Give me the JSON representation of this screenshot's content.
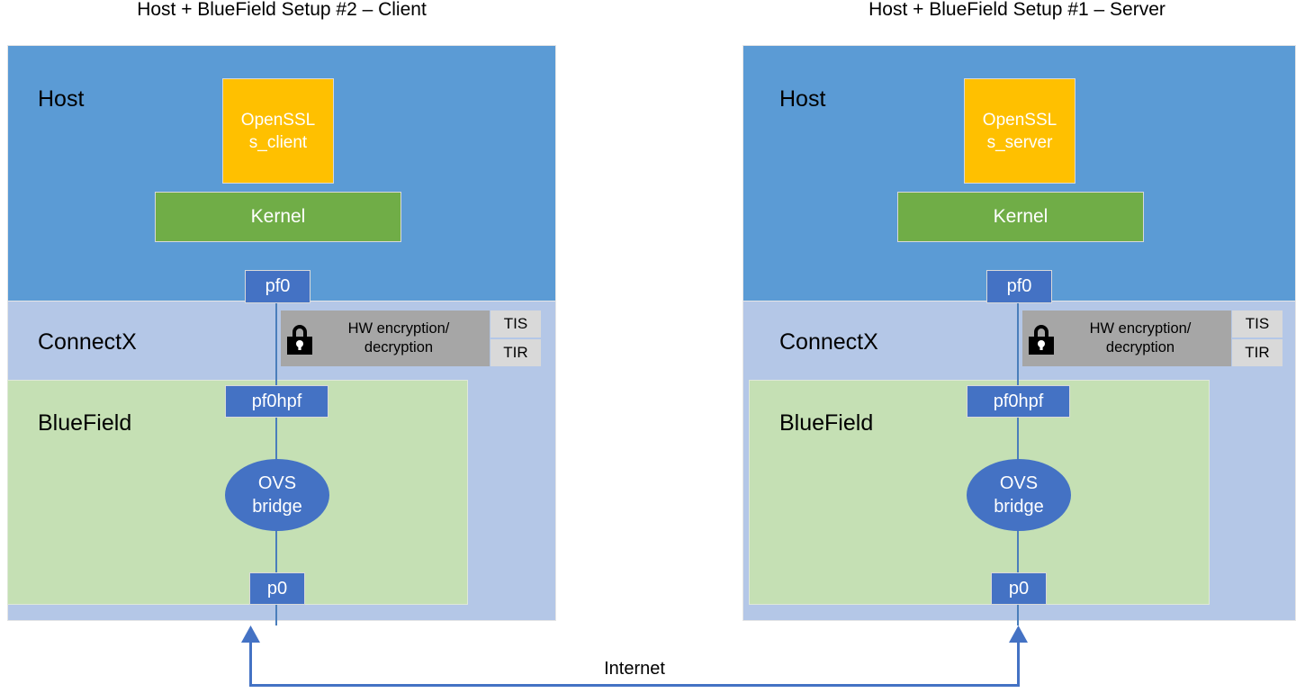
{
  "diagram": {
    "title_left": "Host + BlueField Setup #2 – Client",
    "title_right": "Host + BlueField Setup #1 – Server",
    "internet_label": "Internet",
    "colors": {
      "host": "#5B9BD5",
      "connectx": "#B4C7E7",
      "bluefield": "#C5E0B4",
      "openssl": "#FFC000",
      "kernel": "#70AD47",
      "port": "#4472C4",
      "ovs": "#4472C4",
      "hw_crypto": "#A6A6A6",
      "tis_tir": "#D9D9D9",
      "link": "#4472C4"
    }
  },
  "panels": [
    {
      "id": "client",
      "title": "Host + BlueField Setup #2 – Client",
      "layers": {
        "host_label": "Host",
        "connectx_label": "ConnectX",
        "bluefield_label": "BlueField"
      },
      "app_box": {
        "line1": "OpenSSL",
        "line2": "s_client"
      },
      "kernel_label": "Kernel",
      "ports": {
        "pf0": "pf0",
        "pf0hpf": "pf0hpf",
        "p0": "p0"
      },
      "ovs": {
        "line1": "OVS",
        "line2": "bridge"
      },
      "hw_crypto": {
        "line1": "HW encryption/",
        "line2": "decryption",
        "icon": "lock-icon"
      },
      "queues": {
        "tis": "TIS",
        "tir": "TIR"
      }
    },
    {
      "id": "server",
      "title": "Host + BlueField Setup #1 – Server",
      "layers": {
        "host_label": "Host",
        "connectx_label": "ConnectX",
        "bluefield_label": "BlueField"
      },
      "app_box": {
        "line1": "OpenSSL",
        "line2": "s_server"
      },
      "kernel_label": "Kernel",
      "ports": {
        "pf0": "pf0",
        "pf0hpf": "pf0hpf",
        "p0": "p0"
      },
      "ovs": {
        "line1": "OVS",
        "line2": "bridge"
      },
      "hw_crypto": {
        "line1": "HW encryption/",
        "line2": "decryption",
        "icon": "lock-icon"
      },
      "queues": {
        "tis": "TIS",
        "tir": "TIR"
      }
    }
  ]
}
